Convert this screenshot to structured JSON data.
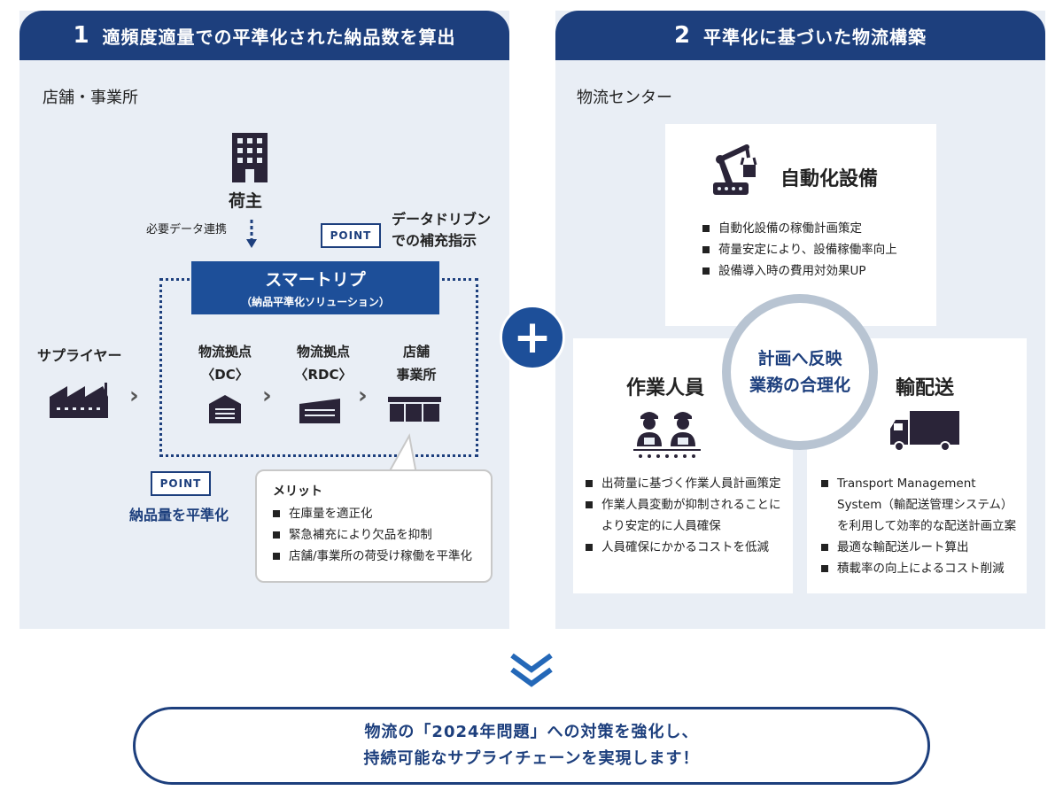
{
  "left_panel": {
    "number": "1",
    "title": "適頻度適量での平準化された納品数を算出",
    "section_label": "店舗・事業所",
    "shipper": "荷主",
    "data_link": "必要データ連携",
    "point_label": "POINT",
    "point1_text_line1": "データドリブン",
    "point1_text_line2": "での補充指示",
    "smart_title": "スマートリプ",
    "smart_sub": "（納品平準化ソリューション）",
    "supplier": "サプライヤー",
    "nodes": [
      {
        "line1": "物流拠点",
        "line2": "〈DC〉"
      },
      {
        "line1": "物流拠点",
        "line2": "〈RDC〉"
      },
      {
        "line1": "店舗",
        "line2": "事業所"
      }
    ],
    "point2_text": "納品量を平準化",
    "merit_title": "メリット",
    "merits": [
      "在庫量を適正化",
      "緊急補充により欠品を抑制",
      "店舗/事業所の荷受け稼働を平準化"
    ]
  },
  "plus_symbol": "+",
  "right_panel": {
    "number": "2",
    "title": "平準化に基づいた物流構築",
    "section_label": "物流センター",
    "automation": {
      "title": "自動化設備",
      "items": [
        "自動化設備の稼働計画策定",
        "荷量安定により、設備稼働率向上",
        "設備導入時の費用対効果UP"
      ]
    },
    "center_circle": {
      "line1": "計画へ反映",
      "line2": "業務の合理化"
    },
    "workers": {
      "title": "作業人員",
      "items": [
        "出荷量に基づく作業人員計画策定",
        "作業人員変動が抑制されることにより安定的に人員確保",
        "人員確保にかかるコストを低減"
      ]
    },
    "transport": {
      "title": "輸配送",
      "items": [
        "Transport Management System（輸配送管理システム）を利用して効率的な配送計画立案",
        "最適な輸配送ルート算出",
        "積載率の向上によるコスト削減"
      ]
    }
  },
  "conclusion": {
    "line1": "物流の「2024年問題」への対策を強化し、",
    "line2": "持続可能なサプライチェーンを実現します！"
  },
  "colors": {
    "navy": "#1d3f7d",
    "panel_bg": "#e9eef5",
    "icon": "#2a2438"
  }
}
